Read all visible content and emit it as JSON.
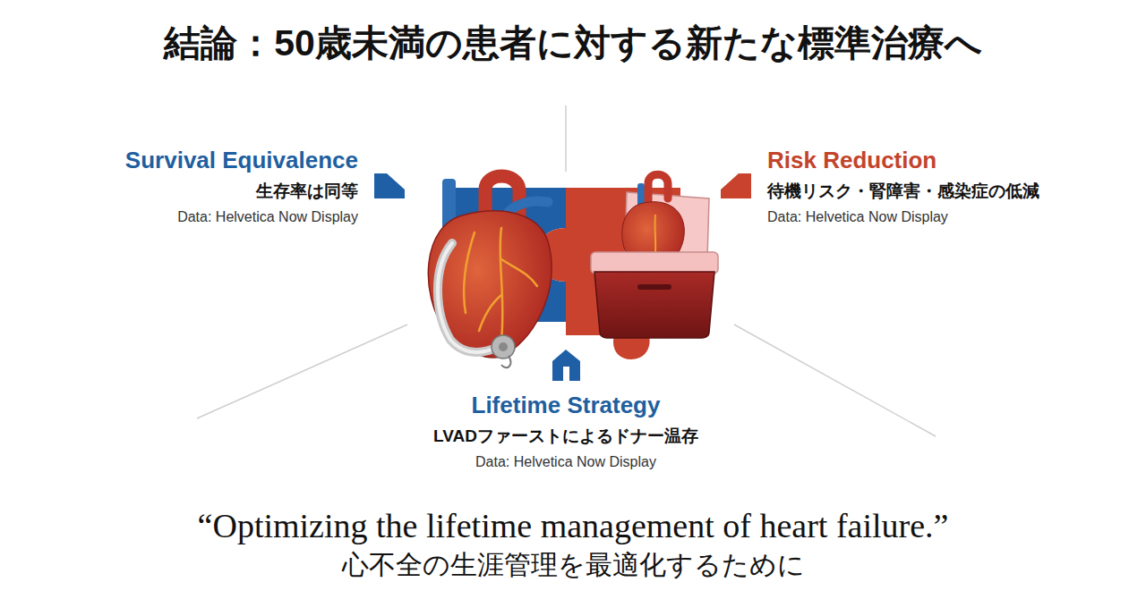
{
  "diagram": {
    "title": "結論：50歳未満の患者に対する新たな標準治療へ",
    "caption": "“Optimizing the lifetime management of heart failure.”",
    "labels": [
      "Survival Equivalence",
      "生存率は同等",
      "Data: Helvetica Now Display",
      "Risk Reduction",
      "待機リスク・腎障害・感染症の低減",
      "Data: Helvetica Now Display",
      "Lifetime Strategy",
      "LVADファーストによるドナー温存",
      "Data: Helvetica Now Display",
      "心不全の生涯管理を最適化するために"
    ]
  }
}
